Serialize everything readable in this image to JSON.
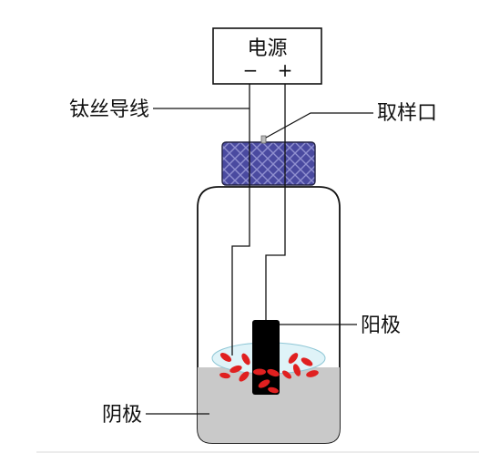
{
  "power_supply": {
    "label": "电源",
    "negative": "−",
    "positive": "+"
  },
  "labels": {
    "wire": "钛丝导线",
    "sampling_port": "取样口",
    "anode": "阳极",
    "cathode": "阴极"
  },
  "colors": {
    "cap": "#4a4aa0",
    "liquid": "#c9c9c9",
    "electrode": "#000000",
    "particles": "#e02020"
  }
}
